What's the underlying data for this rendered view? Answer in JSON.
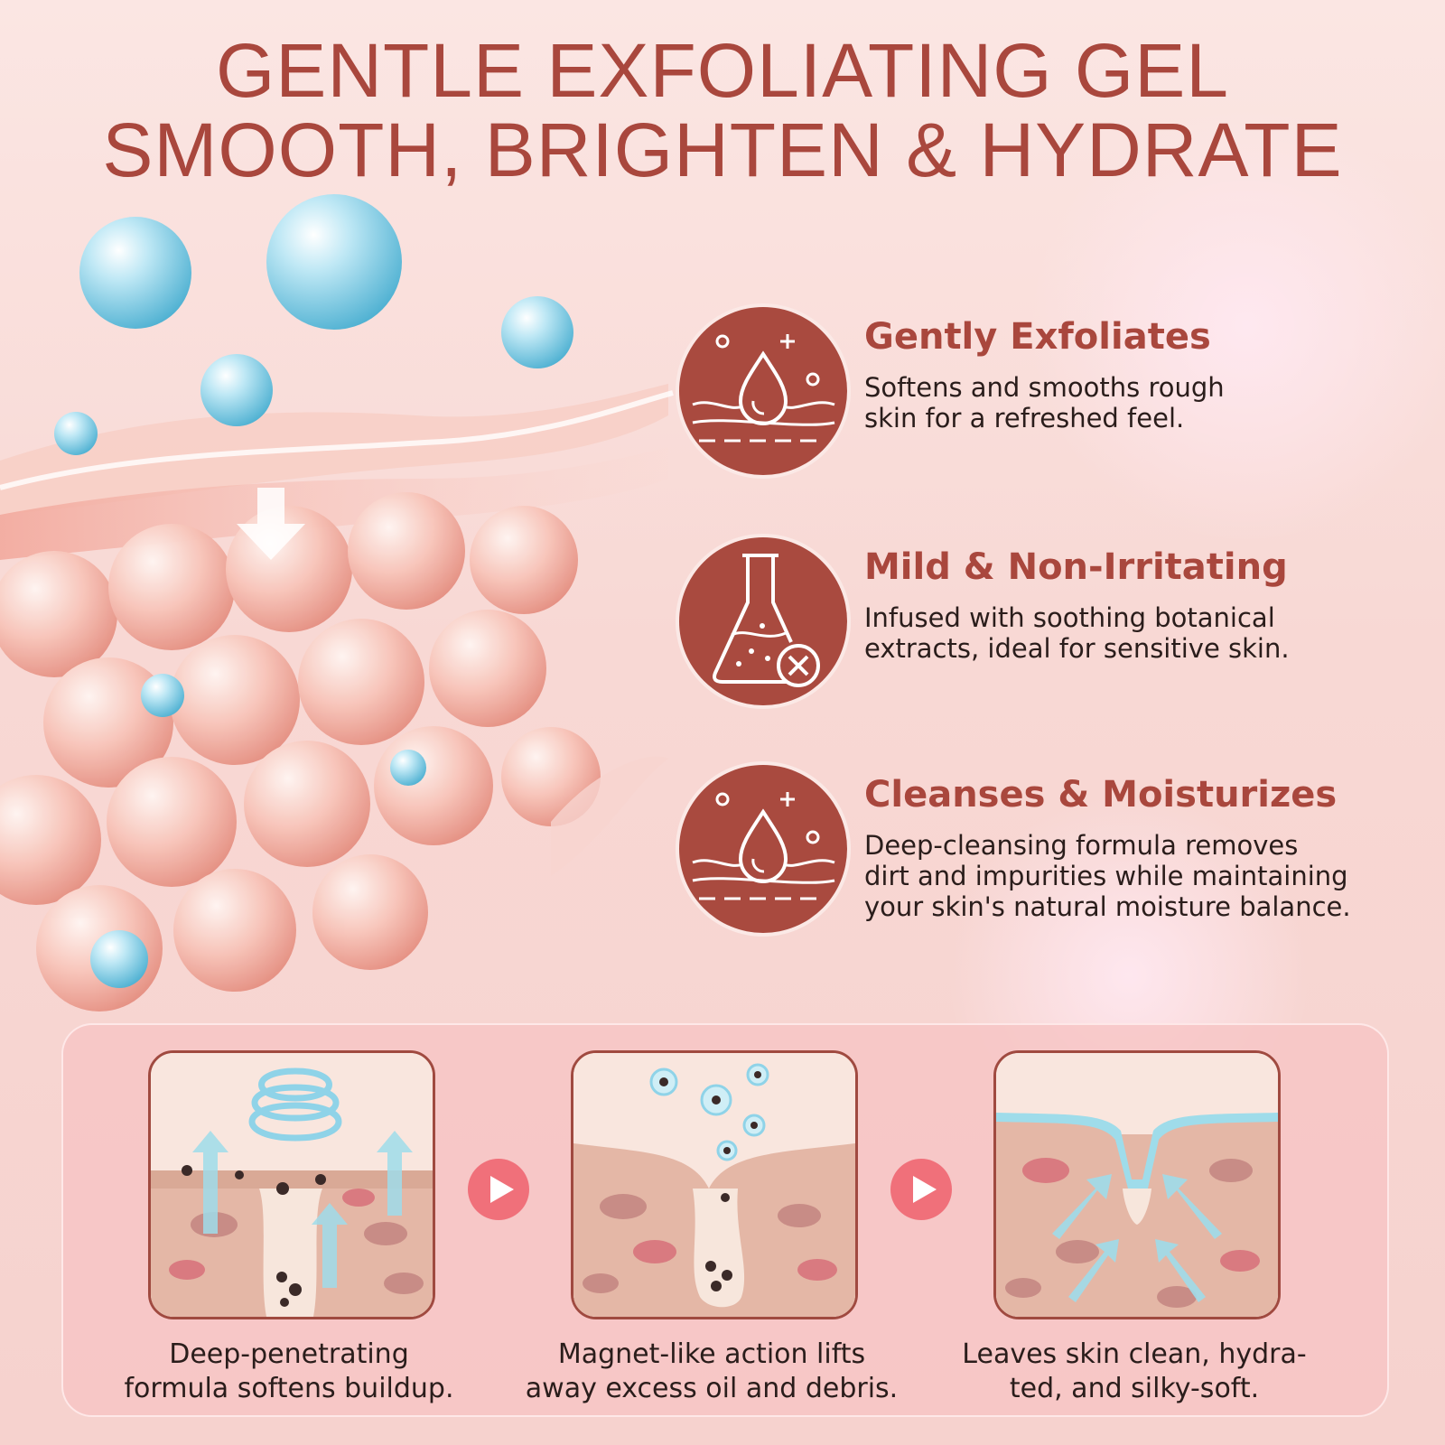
{
  "header": {
    "title_line1": "GENTLE EXFOLIATING GEL",
    "title_line2": "SMOOTH, BRIGHTEN & HYDRATE"
  },
  "features": [
    {
      "icon": "droplet-skin-icon",
      "heading": "Gently Exfoliates",
      "desc_line1": "Softens and smooths rough",
      "desc_line2": "skin for a refreshed feel."
    },
    {
      "icon": "flask-no-icon",
      "heading": "Mild & Non-Irritating",
      "desc_line1": "Infused with soothing botanical",
      "desc_line2": "extracts, ideal for sensitive skin."
    },
    {
      "icon": "droplet-skin-icon",
      "heading": "Cleanses & Moisturizes",
      "desc_line1": "Deep-cleansing formula removes",
      "desc_line2": "dirt and impurities while maintaining",
      "desc_line3": "your skin's natural moisture balance."
    }
  ],
  "steps": [
    {
      "illustration": "pore-penetration-illustration",
      "caption_line1": "Deep-penetrating",
      "caption_line2": "formula softens buildup."
    },
    {
      "illustration": "pore-extraction-illustration",
      "caption_line1": "Magnet-like action lifts",
      "caption_line2": "away excess oil and debris."
    },
    {
      "illustration": "pore-hydration-illustration",
      "caption_line1": "Leaves skin clean, hydra-",
      "caption_line2": "ted, and silky-soft."
    }
  ],
  "colors": {
    "accent": "#a9473d",
    "background": "#f8d8d4",
    "arrow": "#f0707a",
    "bubble": "#8fd3e8"
  }
}
